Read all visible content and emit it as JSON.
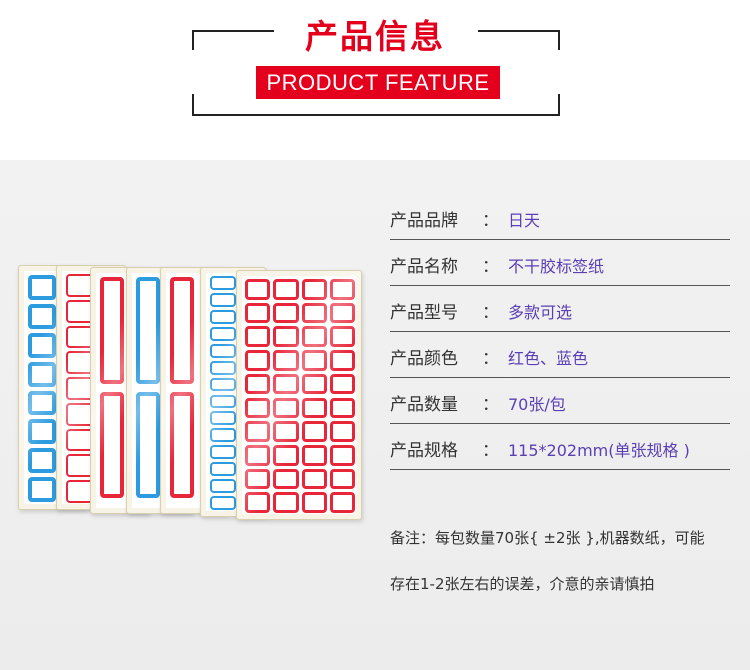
{
  "header": {
    "title_cn": "产品信息",
    "title_en": "PRODUCT  FEATURE",
    "accent_color": "#e4001c"
  },
  "specs": [
    {
      "key": "产品品牌",
      "colon": "：",
      "value": "日天"
    },
    {
      "key": "产品名称",
      "colon": "：",
      "value": "不干胶标签纸"
    },
    {
      "key": "产品型号",
      "colon": "：",
      "value": "多款可选"
    },
    {
      "key": "产品颜色",
      "colon": "：",
      "value": "红色、蓝色"
    },
    {
      "key": "产品数量",
      "colon": "：",
      "value": "70张/包"
    },
    {
      "key": "产品规格",
      "colon": "：",
      "value": "115*202mm(单张规格 )"
    }
  ],
  "note": {
    "line1": "备注：每包数量70张{ ±2张 },机器数纸，可能",
    "line2": "存在1-2张左右的误差，介意的亲请慎拍"
  },
  "colors": {
    "label_red": "#e8263a",
    "label_blue": "#2c9be0",
    "value_text": "#5b3fb4"
  }
}
